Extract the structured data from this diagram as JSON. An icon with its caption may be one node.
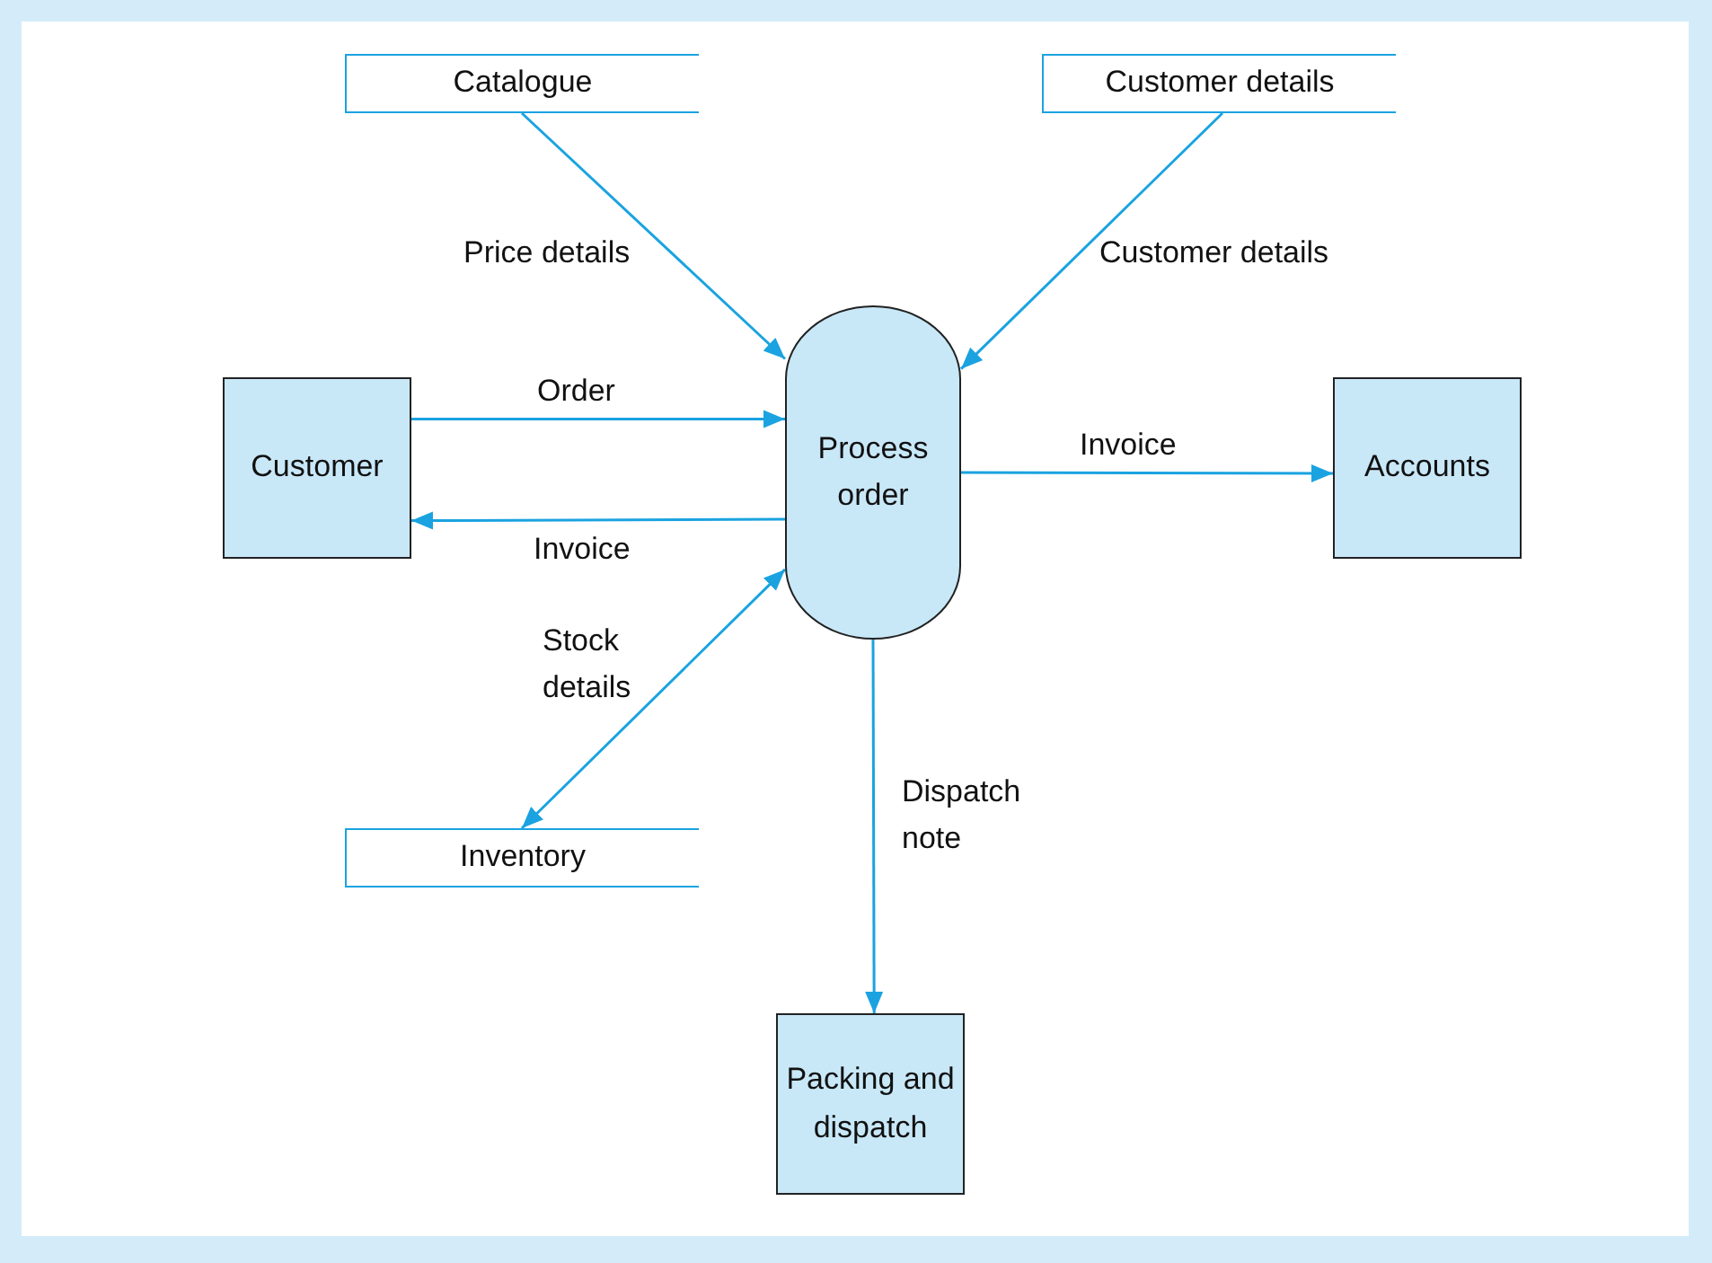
{
  "diagram": {
    "nodes": [
      {
        "text": [
          "Catalogue"
        ]
      },
      {
        "text": [
          "Customer details"
        ]
      },
      {
        "text": [
          "Customer"
        ]
      },
      {
        "text": [
          "Process order"
        ]
      },
      {
        "text": [
          "Accounts"
        ]
      },
      {
        "text": [
          "Inventory"
        ]
      },
      {
        "text": [
          "Packing and dispatch"
        ]
      }
    ],
    "edges": [
      {
        "from": 0,
        "to": 3,
        "arrow": "to",
        "label": "Price details"
      },
      {
        "from": 1,
        "to": 3,
        "arrow": "to",
        "label": "Customer details"
      },
      {
        "from": 2,
        "to": 3,
        "arrow": "to",
        "label": "Order"
      },
      {
        "from": 3,
        "to": 2,
        "arrow": "to",
        "label": "Invoice"
      },
      {
        "from": 3,
        "to": 4,
        "arrow": "to",
        "label": "Invoice"
      },
      {
        "from": 3,
        "to": 5,
        "arrow": "both",
        "label": "Stock details"
      },
      {
        "from": 3,
        "to": 6,
        "arrow": "to",
        "label": "Dispatch note"
      }
    ]
  }
}
